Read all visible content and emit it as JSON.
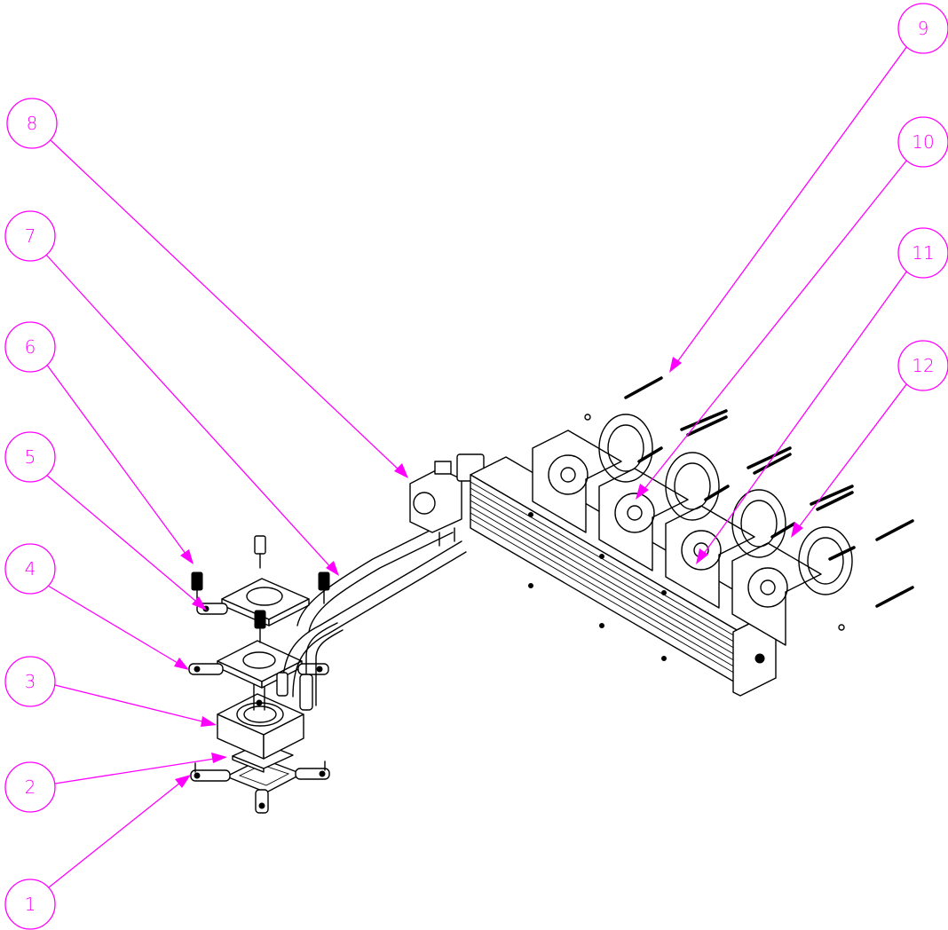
{
  "balloons": [
    {
      "label": "1"
    },
    {
      "label": "2"
    },
    {
      "label": "3"
    },
    {
      "label": "4"
    },
    {
      "label": "5"
    },
    {
      "label": "6"
    },
    {
      "label": "7"
    },
    {
      "label": "8"
    },
    {
      "label": "9"
    },
    {
      "label": "10"
    },
    {
      "label": "11"
    },
    {
      "label": "12"
    }
  ],
  "colors": {
    "callout": "#ff00ff",
    "line_art": "#000000",
    "background": "#ffffff"
  }
}
